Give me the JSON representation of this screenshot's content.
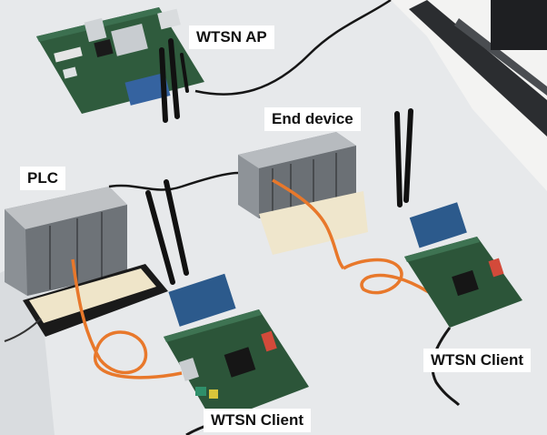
{
  "labels": {
    "ap": "WTSN AP",
    "end_device": "End device",
    "plc": "PLC",
    "client_right": "WTSN Client",
    "client_bottom": "WTSN Client"
  },
  "colors": {
    "table": "#eceeef",
    "pcb_green": "#2f5a3a",
    "pcb_dark": "#1f3326",
    "wifi_module_blue": "#2c5a8c",
    "ethernet_cable": "#e9772a",
    "cable_black": "#161616",
    "plc_housing": "#8a8f94",
    "breadboard": "#efe7cf"
  }
}
